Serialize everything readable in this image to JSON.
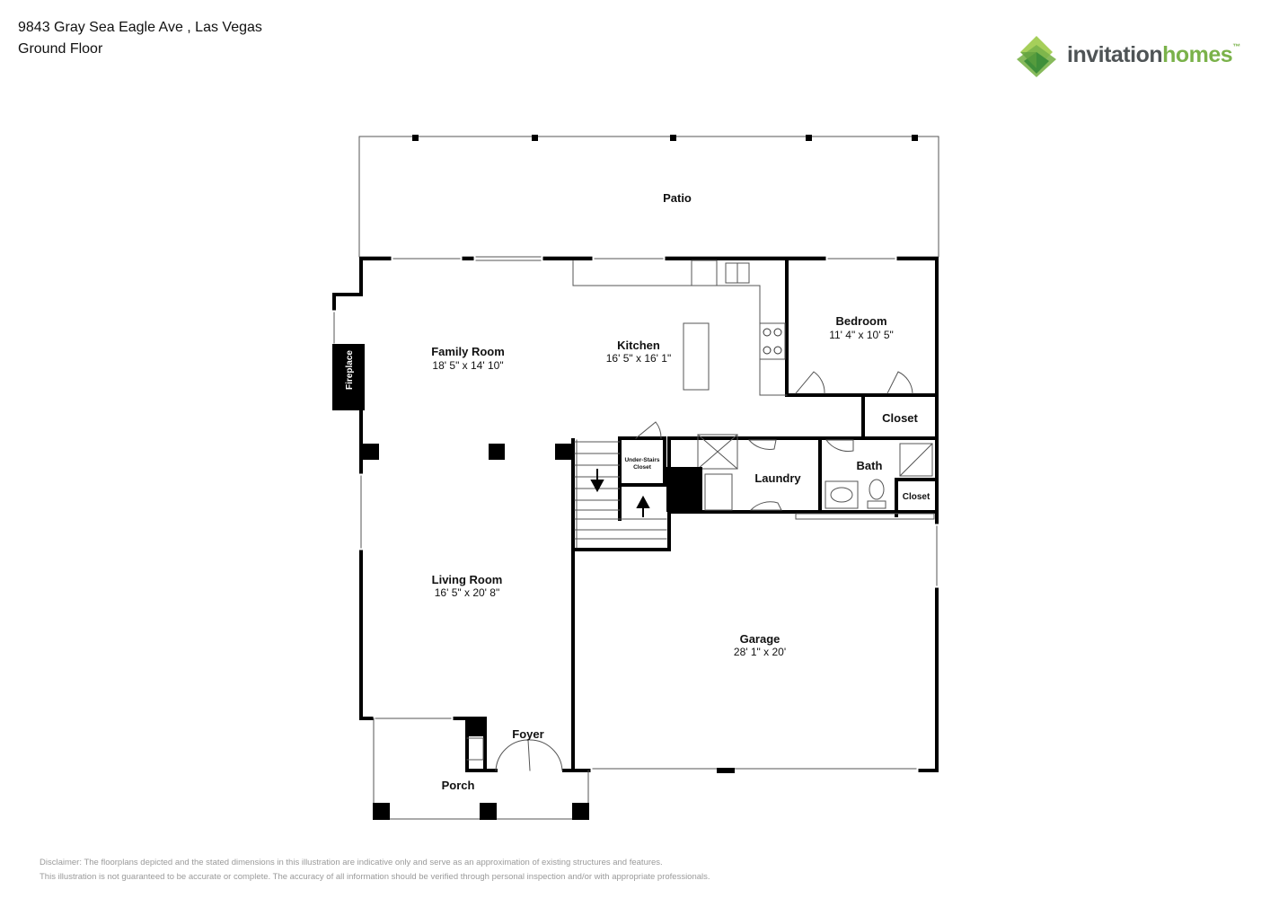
{
  "header": {
    "address": "9843 Gray Sea Eagle Ave , Las Vegas",
    "floor": "Ground Floor"
  },
  "logo": {
    "word1": "invitation",
    "word2": "homes",
    "mark": "™",
    "colors": {
      "green": "#7ab24a",
      "dark_green": "#3f8f3a",
      "light_green": "#a6cf5a",
      "gray": "#4f5456"
    }
  },
  "rooms": {
    "patio": {
      "name": "Patio"
    },
    "family_room": {
      "name": "Family Room",
      "dims": "18' 5\" x 14' 10\""
    },
    "kitchen": {
      "name": "Kitchen",
      "dims": "16' 5\" x 16' 1\""
    },
    "bedroom": {
      "name": "Bedroom",
      "dims": "11' 4\" x 10' 5\""
    },
    "closet_1": {
      "name": "Closet"
    },
    "closet_2": {
      "name": "Closet"
    },
    "bath": {
      "name": "Bath"
    },
    "laundry": {
      "name": "Laundry"
    },
    "under_stairs": {
      "line1": "Under-Stairs",
      "line2": "Closet"
    },
    "fireplace": {
      "name": "Fireplace"
    },
    "living_room": {
      "name": "Living Room",
      "dims": "16' 5\" x 20' 8\""
    },
    "garage": {
      "name": "Garage",
      "dims": "28' 1\" x 20'"
    },
    "foyer": {
      "name": "Foyer"
    },
    "porch": {
      "name": "Porch"
    }
  },
  "disclaimer": {
    "line1": "Disclaimer: The floorplans depicted and the stated dimensions in this illustration are indicative only and serve as an approximation of existing structures and features.",
    "line2": "This illustration is not guaranteed to be accurate or complete. The accuracy of all information should be verified through personal inspection and/or with appropriate professionals."
  }
}
